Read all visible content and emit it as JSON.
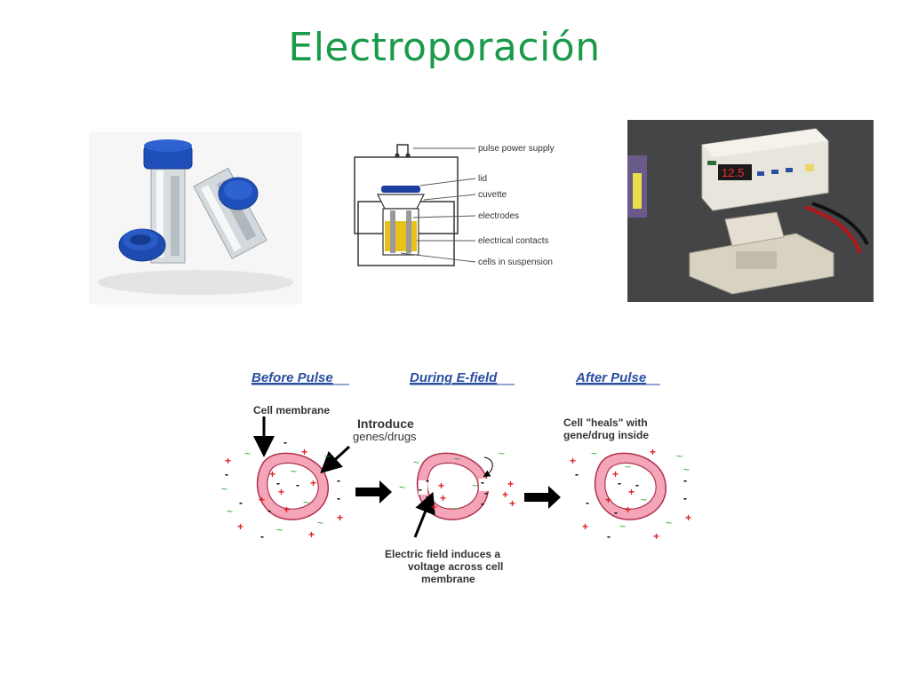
{
  "slide": {
    "title": "Electroporación",
    "accent_color": "#1a9a4a"
  },
  "photo_cuvettes": {
    "icon": "cuvette-photo"
  },
  "cuvette_diagram": {
    "labels": [
      "pulse power supply",
      "lid",
      "cuvette",
      "electrodes",
      "electrical contacts",
      "cells in suspension"
    ]
  },
  "photo_device": {
    "display_value": "12.5",
    "icon": "electroporator-photo"
  },
  "stages": {
    "before": {
      "heading": "Before Pulse",
      "note_membrane": "Cell membrane",
      "note_introduce_1": "Introduce",
      "note_introduce_2": "genes/drugs"
    },
    "during": {
      "heading": "During E-field",
      "note_1": "Electric field induces a",
      "note_2": "voltage across cell",
      "note_3": "membrane"
    },
    "after": {
      "heading": "After Pulse",
      "note_1": "Cell \"heals\" with",
      "note_2": "gene/drug inside"
    }
  },
  "colors": {
    "plus": "#e02020",
    "tilde": "#22aa22",
    "membrane_fill": "#f4a6b8",
    "membrane_stroke": "#b03050",
    "heading": "#2a4fa0"
  }
}
